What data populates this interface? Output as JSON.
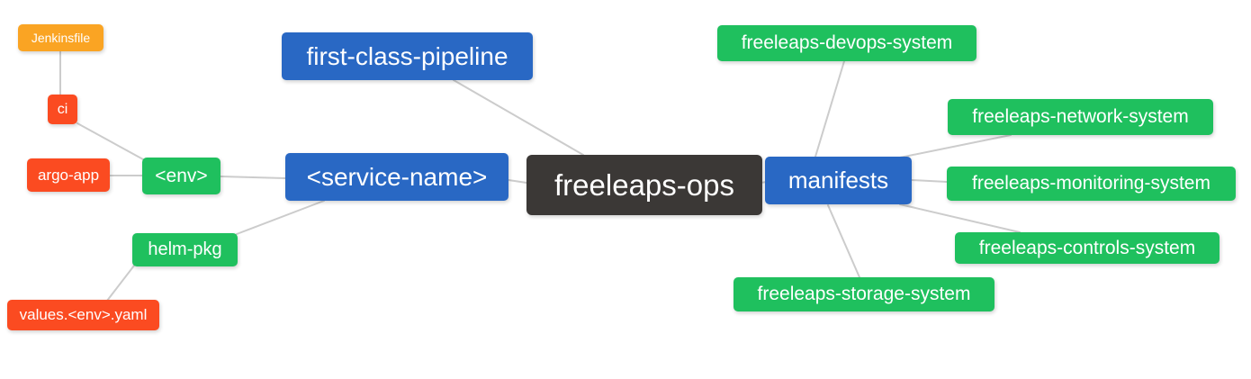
{
  "diagram": {
    "type": "mindmap",
    "root_label": "freeleaps-ops",
    "background": "#ffffff",
    "edge_color": "#cccccc",
    "palette": {
      "blue": "#2968c4",
      "green": "#1fc05e",
      "orange": "#faa423",
      "red": "#fb4b21",
      "dark": "#3b3836",
      "text": "#ffffff"
    },
    "nodes": [
      {
        "id": "jenkinsfile",
        "label": "Jenkinsfile",
        "color": "orange"
      },
      {
        "id": "ci",
        "label": "ci",
        "color": "red"
      },
      {
        "id": "argo-app",
        "label": "argo-app",
        "color": "red"
      },
      {
        "id": "env",
        "label": "<env>",
        "color": "green"
      },
      {
        "id": "helm-pkg",
        "label": "helm-pkg",
        "color": "green"
      },
      {
        "id": "values-env-yaml",
        "label": "values.<env>.yaml",
        "color": "red"
      },
      {
        "id": "first-class-pipeline",
        "label": "first-class-pipeline",
        "color": "blue"
      },
      {
        "id": "service-name",
        "label": "<service-name>",
        "color": "blue"
      },
      {
        "id": "freeleaps-ops",
        "label": "freeleaps-ops",
        "color": "dark"
      },
      {
        "id": "manifests",
        "label": "manifests",
        "color": "blue"
      },
      {
        "id": "freeleaps-devops-system",
        "label": "freeleaps-devops-system",
        "color": "green"
      },
      {
        "id": "freeleaps-network-system",
        "label": "freeleaps-network-system",
        "color": "green"
      },
      {
        "id": "freeleaps-monitoring-system",
        "label": "freeleaps-monitoring-system",
        "color": "green"
      },
      {
        "id": "freeleaps-controls-system",
        "label": "freeleaps-controls-system",
        "color": "green"
      },
      {
        "id": "freeleaps-storage-system",
        "label": "freeleaps-storage-system",
        "color": "green"
      }
    ],
    "edges": [
      {
        "from": "jenkinsfile",
        "to": "ci"
      },
      {
        "from": "ci",
        "to": "env"
      },
      {
        "from": "argo-app",
        "to": "env"
      },
      {
        "from": "env",
        "to": "service-name"
      },
      {
        "from": "helm-pkg",
        "to": "service-name"
      },
      {
        "from": "values-env-yaml",
        "to": "helm-pkg"
      },
      {
        "from": "service-name",
        "to": "freeleaps-ops"
      },
      {
        "from": "first-class-pipeline",
        "to": "freeleaps-ops"
      },
      {
        "from": "freeleaps-ops",
        "to": "manifests"
      },
      {
        "from": "manifests",
        "to": "freeleaps-devops-system"
      },
      {
        "from": "manifests",
        "to": "freeleaps-network-system"
      },
      {
        "from": "manifests",
        "to": "freeleaps-monitoring-system"
      },
      {
        "from": "manifests",
        "to": "freeleaps-controls-system"
      },
      {
        "from": "manifests",
        "to": "freeleaps-storage-system"
      }
    ]
  }
}
